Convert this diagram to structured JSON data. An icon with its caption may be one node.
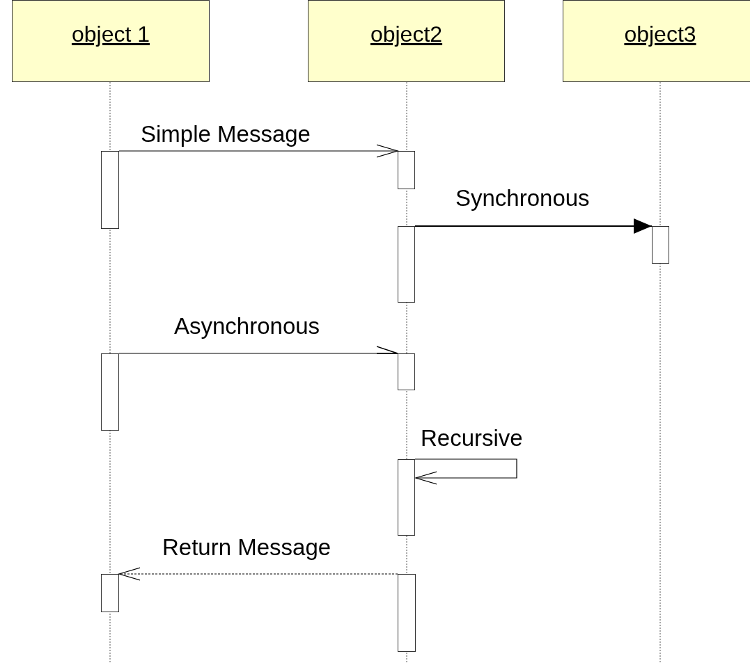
{
  "diagram": {
    "nodes": [
      {
        "text": [
          "object 1"
        ]
      },
      {
        "text": [
          "object2"
        ]
      },
      {
        "text": [
          "object3"
        ]
      },
      {
        "text": [],
        "shape": "bar"
      },
      {
        "text": [],
        "shape": "bar"
      },
      {
        "text": [],
        "shape": "bar"
      },
      {
        "text": [],
        "shape": "bar"
      },
      {
        "text": [],
        "shape": "bar"
      },
      {
        "text": [],
        "shape": "bar"
      },
      {
        "text": [],
        "shape": "bar"
      },
      {
        "text": [],
        "shape": "bar"
      },
      {
        "text": [],
        "shape": "bar"
      }
    ],
    "edges": [
      {
        "from": 3,
        "to": 4,
        "arrow": "to",
        "label": "Simple Message"
      },
      {
        "from": 5,
        "to": 6,
        "arrow": "to",
        "label": "Synchronous"
      },
      {
        "from": 7,
        "to": 8,
        "arrow": "to",
        "label": "Asynchronous"
      },
      {
        "from": 9,
        "to": 9,
        "arrow": "to",
        "label": "Recursive"
      },
      {
        "from": 11,
        "to": 10,
        "arrow": "to",
        "label": "Return Message",
        "style": "dashed"
      }
    ]
  }
}
